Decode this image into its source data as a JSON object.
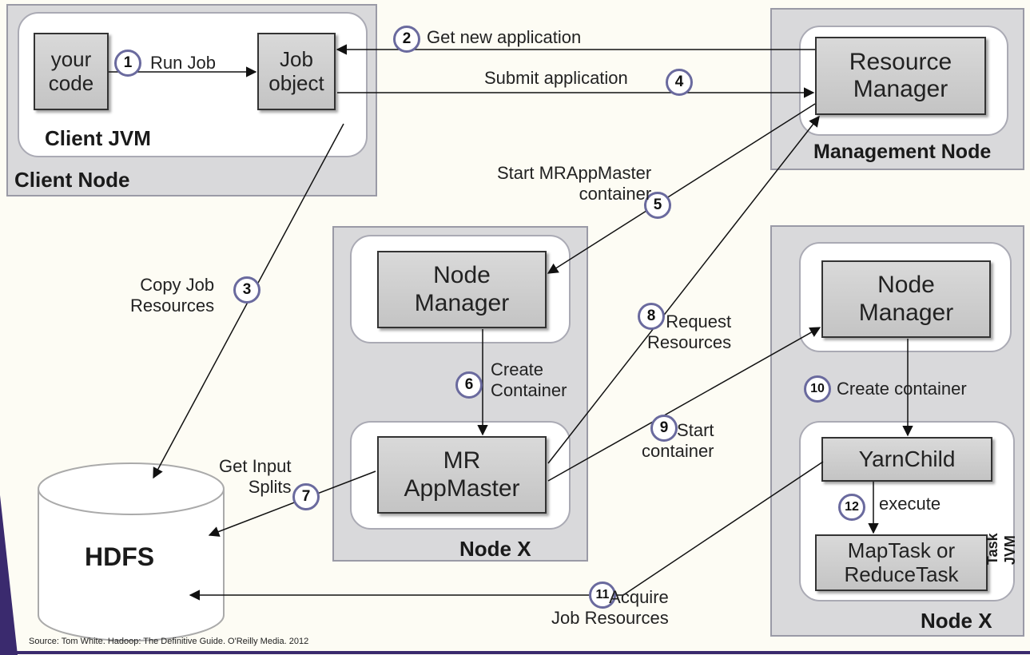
{
  "client_node": {
    "label": "Client Node",
    "jvm_label": "Client JVM",
    "your_code": "your\ncode",
    "job_object": "Job\nobject"
  },
  "management_node": {
    "label": "Management Node",
    "resource_manager": "Resource\nManager"
  },
  "node_x1": {
    "label": "Node X",
    "node_manager": "Node\nManager",
    "mr_appmaster": "MR\nAppMaster"
  },
  "node_x2": {
    "label": "Node X",
    "node_manager": "Node\nManager",
    "yarnchild": "YarnChild",
    "task": "MapTask or\nReduceTask",
    "jvm_label": "Task JVM"
  },
  "hdfs": {
    "label": "HDFS"
  },
  "steps": [
    {
      "num": "1",
      "text": "Run Job"
    },
    {
      "num": "2",
      "text": "Get new application"
    },
    {
      "num": "3",
      "text": "Copy Job\nResources"
    },
    {
      "num": "4",
      "text": "Submit application"
    },
    {
      "num": "5",
      "text": "Start MRAppMaster\ncontainer"
    },
    {
      "num": "6",
      "text": "Create\nContainer"
    },
    {
      "num": "7",
      "text": "Get Input\nSplits"
    },
    {
      "num": "8",
      "text": "Request\nResources"
    },
    {
      "num": "9",
      "text": "Start\ncontainer"
    },
    {
      "num": "10",
      "text": "Create  container"
    },
    {
      "num": "11",
      "text": "Acquire\nJob Resources"
    },
    {
      "num": "12",
      "text": "execute"
    }
  ],
  "source": "Source: Tom White. Hadoop: The Definitive Guide. O'Reilly Media. 2012"
}
